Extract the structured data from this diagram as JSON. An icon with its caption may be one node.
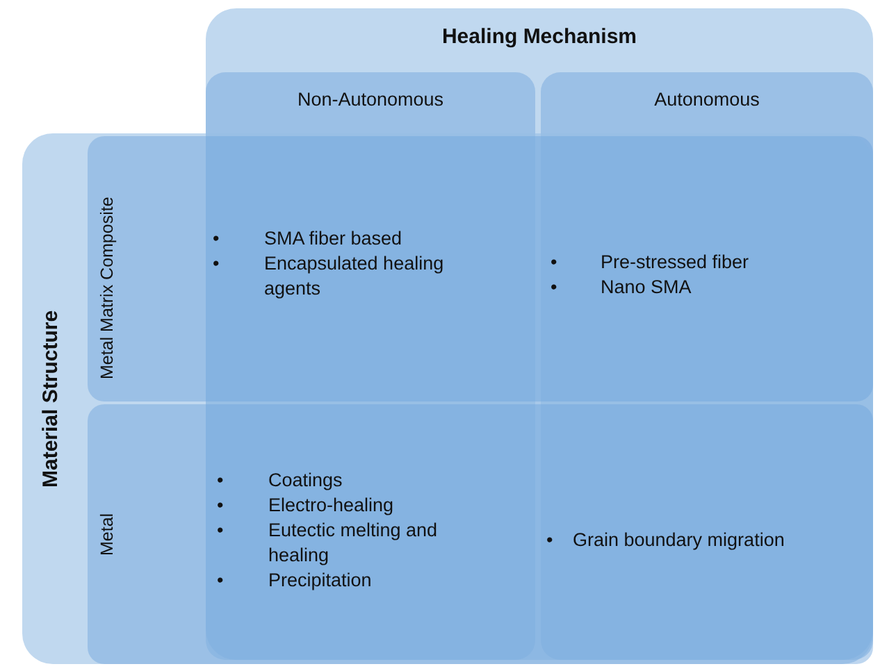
{
  "diagram": {
    "nodes": [
      {
        "text": [
          "Healing Mechanism"
        ]
      },
      {
        "text": [
          "Non-Autonomous"
        ],
        "in": 0
      },
      {
        "text": [
          "Autonomous"
        ],
        "in": 0
      },
      {
        "text": [
          "Material Structure"
        ]
      },
      {
        "text": [
          "Metal Matrix Composite"
        ],
        "in": 3
      },
      {
        "text": [
          "Metal"
        ],
        "in": 3
      }
    ],
    "labels": [
      "•",
      "SMA fiber based",
      "•",
      "Encapsulated healing agents",
      "•",
      "Pre-stressed fiber",
      "•",
      "Nano SMA",
      "•",
      "Coatings",
      "•",
      "Electro-healing",
      "•",
      "Eutectic melting and healing",
      "•",
      "Precipitation",
      "•",
      "Grain boundary migration"
    ]
  }
}
